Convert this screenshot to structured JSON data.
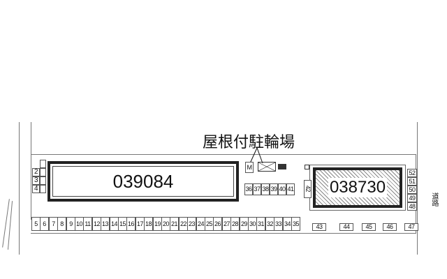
{
  "caption": "屋根付駐輪場",
  "buildings": [
    {
      "name": "building-main",
      "label": "039084"
    },
    {
      "name": "building-secondary",
      "label": "038730"
    }
  ],
  "road_label": "道路",
  "left_stalls": [
    "2",
    "3",
    "4"
  ],
  "bottom_stalls": [
    "5",
    "6",
    "7",
    "8",
    "9",
    "10",
    "11",
    "12",
    "13",
    "14",
    "15",
    "16",
    "17",
    "18",
    "19",
    "20",
    "21",
    "22",
    "23",
    "24",
    "25",
    "26",
    "27",
    "28",
    "29",
    "30",
    "31",
    "32",
    "33",
    "34",
    "35"
  ],
  "middle_stalls": [
    "36",
    "37",
    "38",
    "39",
    "40",
    "41"
  ],
  "right_col_stalls": [
    "42"
  ],
  "bottom_right_stalls": [
    "43",
    "44",
    "45",
    "46",
    "47"
  ],
  "east_stalls": [
    "52",
    "51",
    "50",
    "49",
    "48"
  ],
  "bike_marks": [
    "M"
  ]
}
